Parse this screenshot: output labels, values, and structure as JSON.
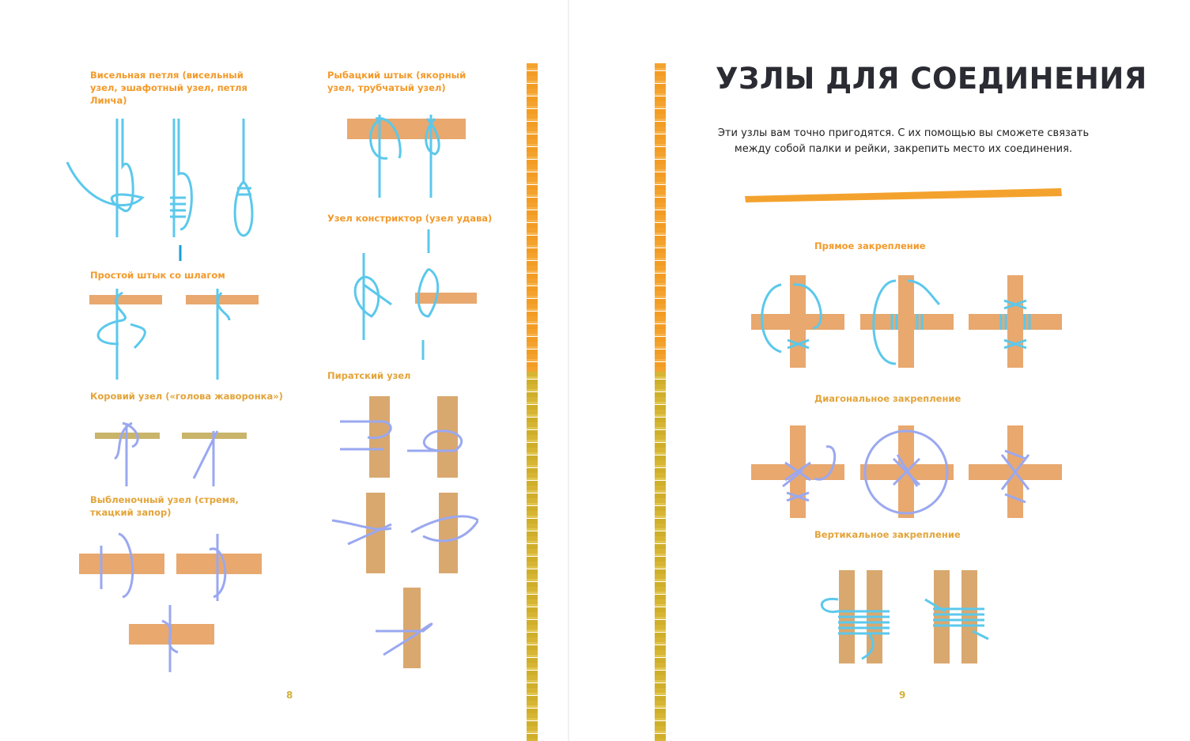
{
  "left_page": {
    "page_number": "8",
    "captions": {
      "hangman": "Висельная петля (висельный узел, эшафотный узел, петля Линча)",
      "fisherman": "Рыбацкий штык (якорный узел, трубчатый узел)",
      "simple_hitch": "Простой штык со шлагом",
      "constrictor": "Узел констриктор (узел удава)",
      "cow_hitch": "Коровий узел («голова жаворонка»)",
      "pirate": "Пиратский узел",
      "clove_hitch": "Выбленочный узел (стремя, ткацкий запор)"
    }
  },
  "right_page": {
    "page_number": "9",
    "title": "УЗЛЫ ДЛЯ СОЕДИНЕНИЯ",
    "intro": "Эти узлы вам точно пригодятся. С их помощью вы сможете связать между собой палки и рейки, закрепить место их соединения.",
    "sections": {
      "square": "Прямое закрепление",
      "diagonal": "Диагональное закрепление",
      "vertical": "Вертикальное закрепление"
    }
  },
  "colors": {
    "accent": "#f39a2a",
    "rope": "#5bc8ec",
    "rope_alt": "#9aa8f0",
    "stick": "#e8a86e",
    "title": "#2b2b33"
  }
}
